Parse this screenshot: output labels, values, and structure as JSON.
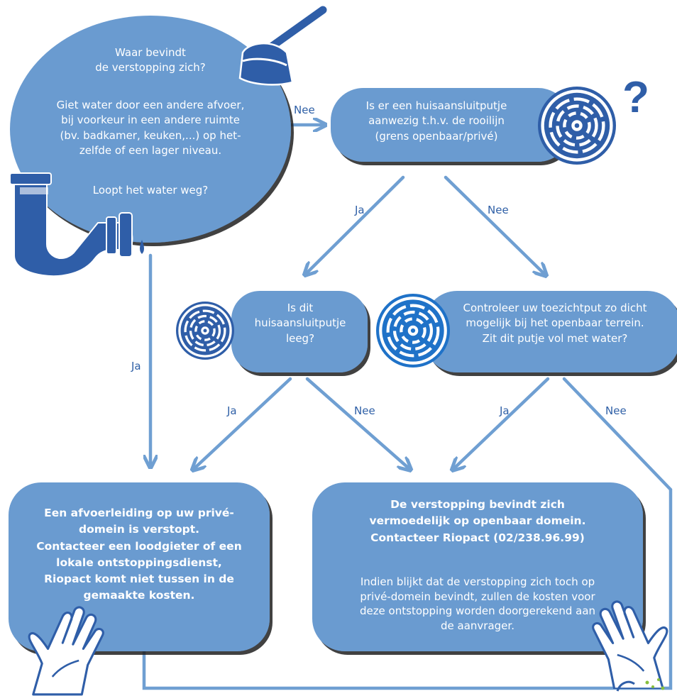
{
  "colors": {
    "bubble": "#6b9bd0",
    "arrow": "#6f9fd2",
    "label": "#2e5fa6",
    "icon": "#2f5ea8",
    "icon_dark": "#1f72c8",
    "text": "#ffffff"
  },
  "nodes": {
    "start": {
      "question": "Waar bevindt\nde verstopping zich?",
      "instruction": "Giet water door een andere afvoer,\nbij voorkeur in een andere ruimte\n(bv. badkamer, keuken,...) op het-\nzelfde of een lager niveau.",
      "check": "Loopt het water weg?"
    },
    "inspection_pit_present": "Is er een huisaansluitputje\naanwezig t.h.v. de rooilijn\n(grens openbaar/privé)",
    "pit_empty": "Is dit\nhuisaansluitputje\nleeg?",
    "check_monitoring_pit": "Controleer uw toezichtput zo dicht\nmogelijk bij het openbaar terrein.\nZit dit putje vol met water?",
    "result_private": "Een afvoerleiding op uw privé-\ndomein is verstopt.\nContacteer een loodgieter of een\nlokale ontstoppingsdienst,\nRiopact komt niet tussen in de\ngemaakte kosten.",
    "result_public": {
      "headline": "De verstopping bevindt zich\nvermoedelijk op openbaar domein.\nContacteer Riopact (02/238.96.99)",
      "note": "Indien blijkt dat de verstopping zich toch op\nprivé-domein bevindt, zullen de kosten voor\ndeze ontstopping worden doorgerekend aan\nde aanvrager."
    }
  },
  "edge_labels": {
    "start_no": "Nee",
    "start_yes": "Ja",
    "present_yes": "Ja",
    "present_no": "Nee",
    "empty_yes": "Ja",
    "empty_no": "Nee",
    "full_yes": "Ja",
    "full_no": "Nee"
  },
  "icons": [
    "plunger-icon",
    "drain-pipe-icon",
    "drain-grate-icon",
    "question-mark-icon",
    "hand-icon",
    "logo-mark"
  ]
}
